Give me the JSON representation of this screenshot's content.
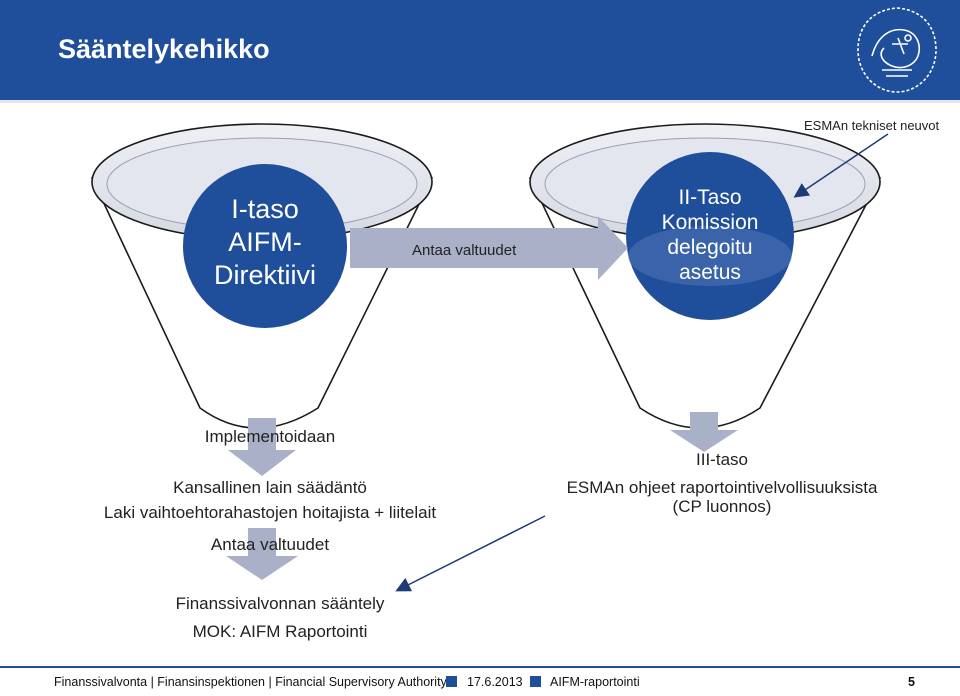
{
  "header": {
    "title": "Sääntelykehikko",
    "background": "#1f4e9a"
  },
  "logo": {
    "icon": "lion-crest-icon"
  },
  "callout": {
    "label": "ESMAn tekniset neuvot"
  },
  "level1": {
    "lines": [
      "I-taso",
      "AIFM-",
      "Direktiivi"
    ]
  },
  "delegation_arrow": {
    "label": "Antaa valtuudet"
  },
  "level2": {
    "lines": [
      "II-Taso",
      "Komission",
      "delegoitu",
      "asetus"
    ]
  },
  "left_block": {
    "implemented": "Implementoidaan",
    "national_law": "Kansallinen lain säädäntö",
    "law_name": "Laki vaihtoehtorahastojen hoitajista + liitelait",
    "grants": "Antaa valtuudet"
  },
  "level3": {
    "title": "III-taso",
    "line1": "ESMAn ohjeet raportointivelvollisuuksista",
    "line2": "(CP luonnos)"
  },
  "regulation": {
    "line1": "Finanssivalvonnan sääntely",
    "line2": "MOK: AIFM Raportointi"
  },
  "footer": {
    "org": "Finanssivalvonta | Finansinspektionen | Financial Supervisory Authority",
    "date": "17.6.2013",
    "topic": "AIFM-raportointi",
    "page": "5"
  },
  "colors": {
    "brand": "#1f4e9a",
    "circle": "#1f4e9a",
    "arrow": "#a9b0c7",
    "funnel_fill": "#ffffff",
    "funnel_rim": "#d9dce6"
  }
}
